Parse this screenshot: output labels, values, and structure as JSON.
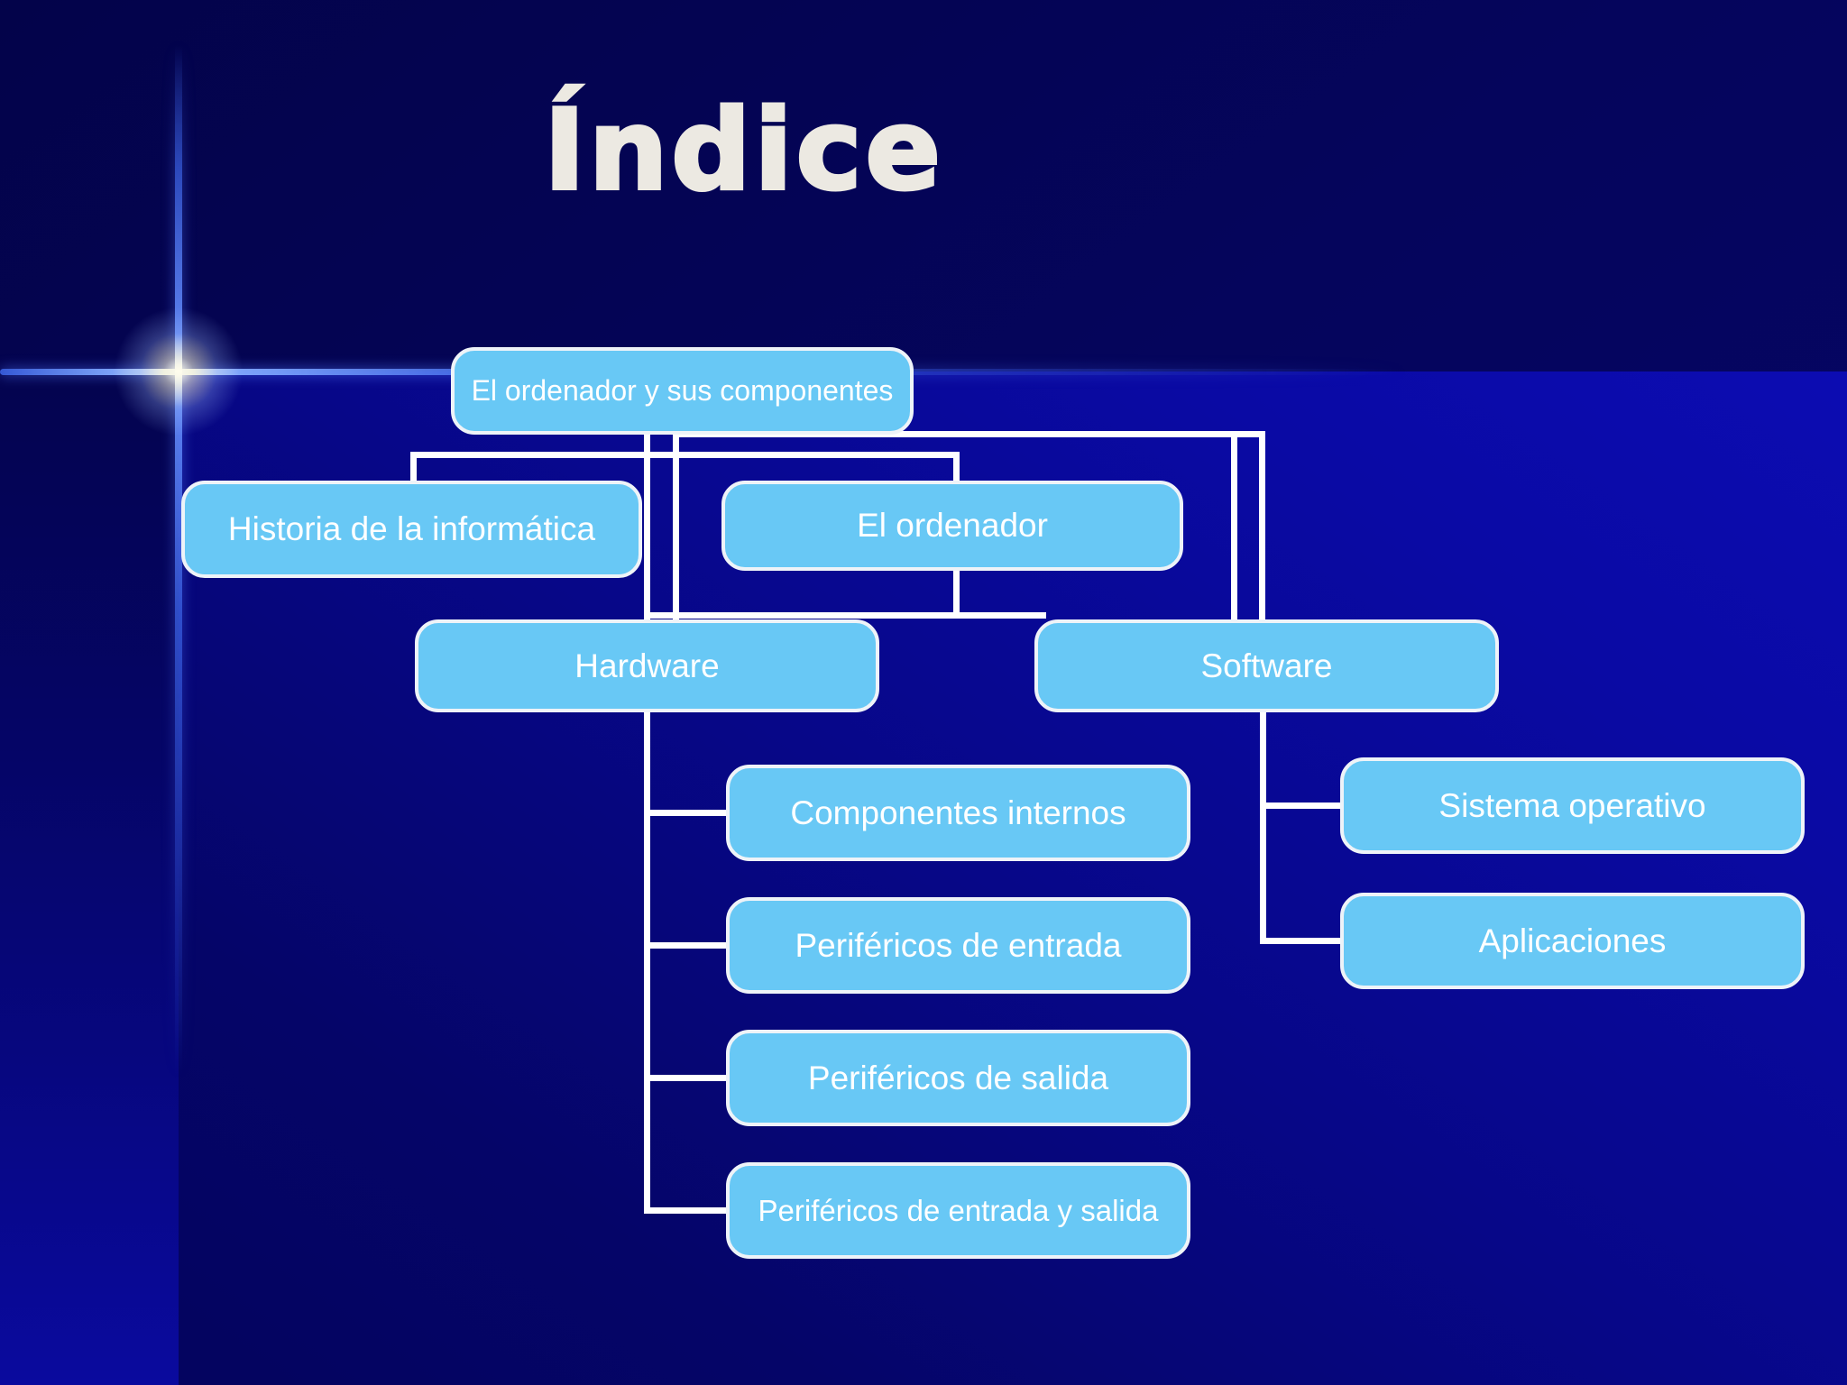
{
  "slide": {
    "title": "Índice"
  },
  "colors": {
    "bg_top": "#05055c",
    "bg_lower_bright": "#0b0bae",
    "box_fill": "#68c8f5",
    "box_border": "#eef3f8",
    "box_text": "#ffffff",
    "title_text": "#ece9e2",
    "connector": "#ffffff"
  },
  "nodes": {
    "root": {
      "label": "El ordenador y sus componentes"
    },
    "historia": {
      "label": "Historia de la informática"
    },
    "ordenador": {
      "label": "El ordenador"
    },
    "hardware": {
      "label": "Hardware"
    },
    "software": {
      "label": "Software"
    },
    "componentes_internos": {
      "label": "Componentes internos"
    },
    "perifericos_entrada": {
      "label": "Periféricos de entrada"
    },
    "perifericos_salida": {
      "label": "Periféricos de salida"
    },
    "perifericos_entrada_salida": {
      "label": "Periféricos de entrada y salida"
    },
    "sistema_operativo": {
      "label": "Sistema operativo"
    },
    "aplicaciones": {
      "label": "Aplicaciones"
    }
  },
  "hierarchy": {
    "edges": [
      [
        "El ordenador y sus componentes",
        "Historia de la informática"
      ],
      [
        "El ordenador y sus componentes",
        "El ordenador"
      ],
      [
        "El ordenador",
        "Hardware"
      ],
      [
        "El ordenador",
        "Software"
      ],
      [
        "Hardware",
        "Componentes internos"
      ],
      [
        "Hardware",
        "Periféricos de entrada"
      ],
      [
        "Hardware",
        "Periféricos de salida"
      ],
      [
        "Hardware",
        "Periféricos de entrada y salida"
      ],
      [
        "Software",
        "Sistema operativo"
      ],
      [
        "Software",
        "Aplicaciones"
      ]
    ]
  }
}
